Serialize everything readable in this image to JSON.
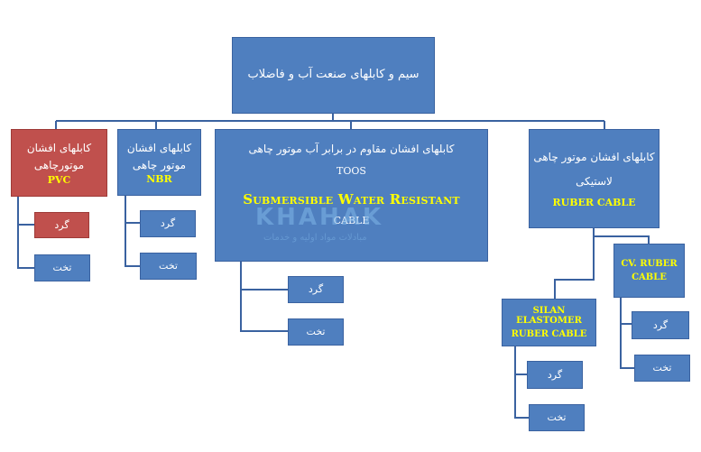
{
  "root": {
    "label": "سیم و کابلهای صنعت آب و فاضلاب"
  },
  "pvc": {
    "title": "کابلهای افشان موتورچاهی",
    "code": "PVC",
    "round": "گرد",
    "flat": "تخت"
  },
  "nbr": {
    "title": "کابلهای افشان موتور چاهی",
    "code": "NBR",
    "round": "گرد",
    "flat": "تخت"
  },
  "toos": {
    "title": "کابلهای افشان مقاوم در برابر آب موتور چاهی",
    "brand": "TOOS",
    "subtitle": "Submersible Water Resistant",
    "cable": "CABLE",
    "round": "گرد",
    "flat": "تخت"
  },
  "rubber": {
    "title_line1": "کابلهای افشان موتور چاهی",
    "title_line2": "لاستیکی",
    "code": "RUBER CABLE"
  },
  "cv": {
    "line1": "CV. RUBER",
    "line2": "CABLE",
    "round": "گرد",
    "flat": "تخت"
  },
  "silan": {
    "line1": "SILAN ELASTOMER",
    "line2": "RUBER CABLE",
    "round": "گرد",
    "flat": "تخت"
  },
  "watermark": {
    "logo": "KHAHAK",
    "tagline": "مبادلات مواد اولیه و خدمات"
  },
  "colors": {
    "box": "#4f7fbf",
    "box_highlight": "#c0504d",
    "line": "#3a62a0",
    "accent_text": "#ffff00"
  }
}
